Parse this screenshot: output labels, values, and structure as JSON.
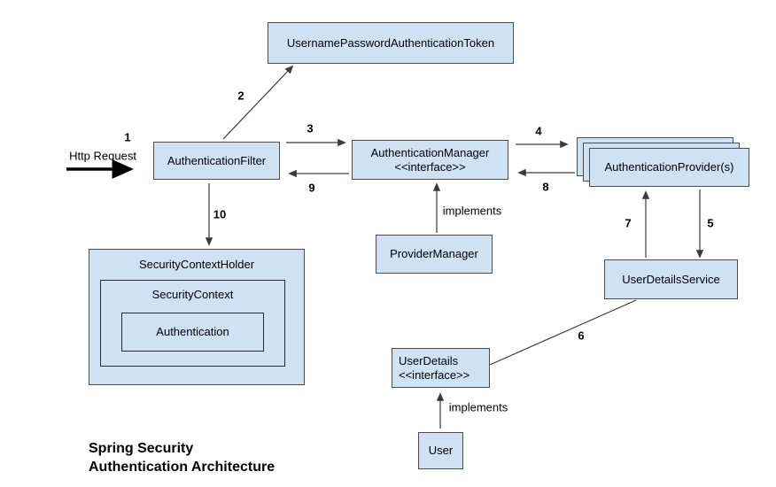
{
  "colors": {
    "node_fill": "#cfe2f3",
    "node_border": "#4c4c4c",
    "arrow": "#3a3a3a",
    "http_arrow": "#000000",
    "text": "#000000",
    "background": "#ffffff"
  },
  "title": {
    "line1": "Spring Security",
    "line2": "Authentication Architecture"
  },
  "nodes": {
    "token": "UsernamePasswordAuthenticationToken",
    "filter": "AuthenticationFilter",
    "manager_name": "AuthenticationManager",
    "manager_stereotype": "<<interface>>",
    "providers": "AuthenticationProvider(s)",
    "provider_manager": "ProviderManager",
    "security_context_holder": "SecurityContextHolder",
    "security_context": "SecurityContext",
    "authentication": "Authentication",
    "user_details_service": "UserDetailsService",
    "user_details_name": "UserDetails",
    "user_details_stereotype": "<<interface>>",
    "user": "User"
  },
  "edges": {
    "http_request": "Http Request",
    "implements_manager": "implements",
    "implements_user": "implements",
    "n1": "1",
    "n2": "2",
    "n3": "3",
    "n4": "4",
    "n5": "5",
    "n6": "6",
    "n7": "7",
    "n8": "8",
    "n9": "9",
    "n10": "10"
  }
}
